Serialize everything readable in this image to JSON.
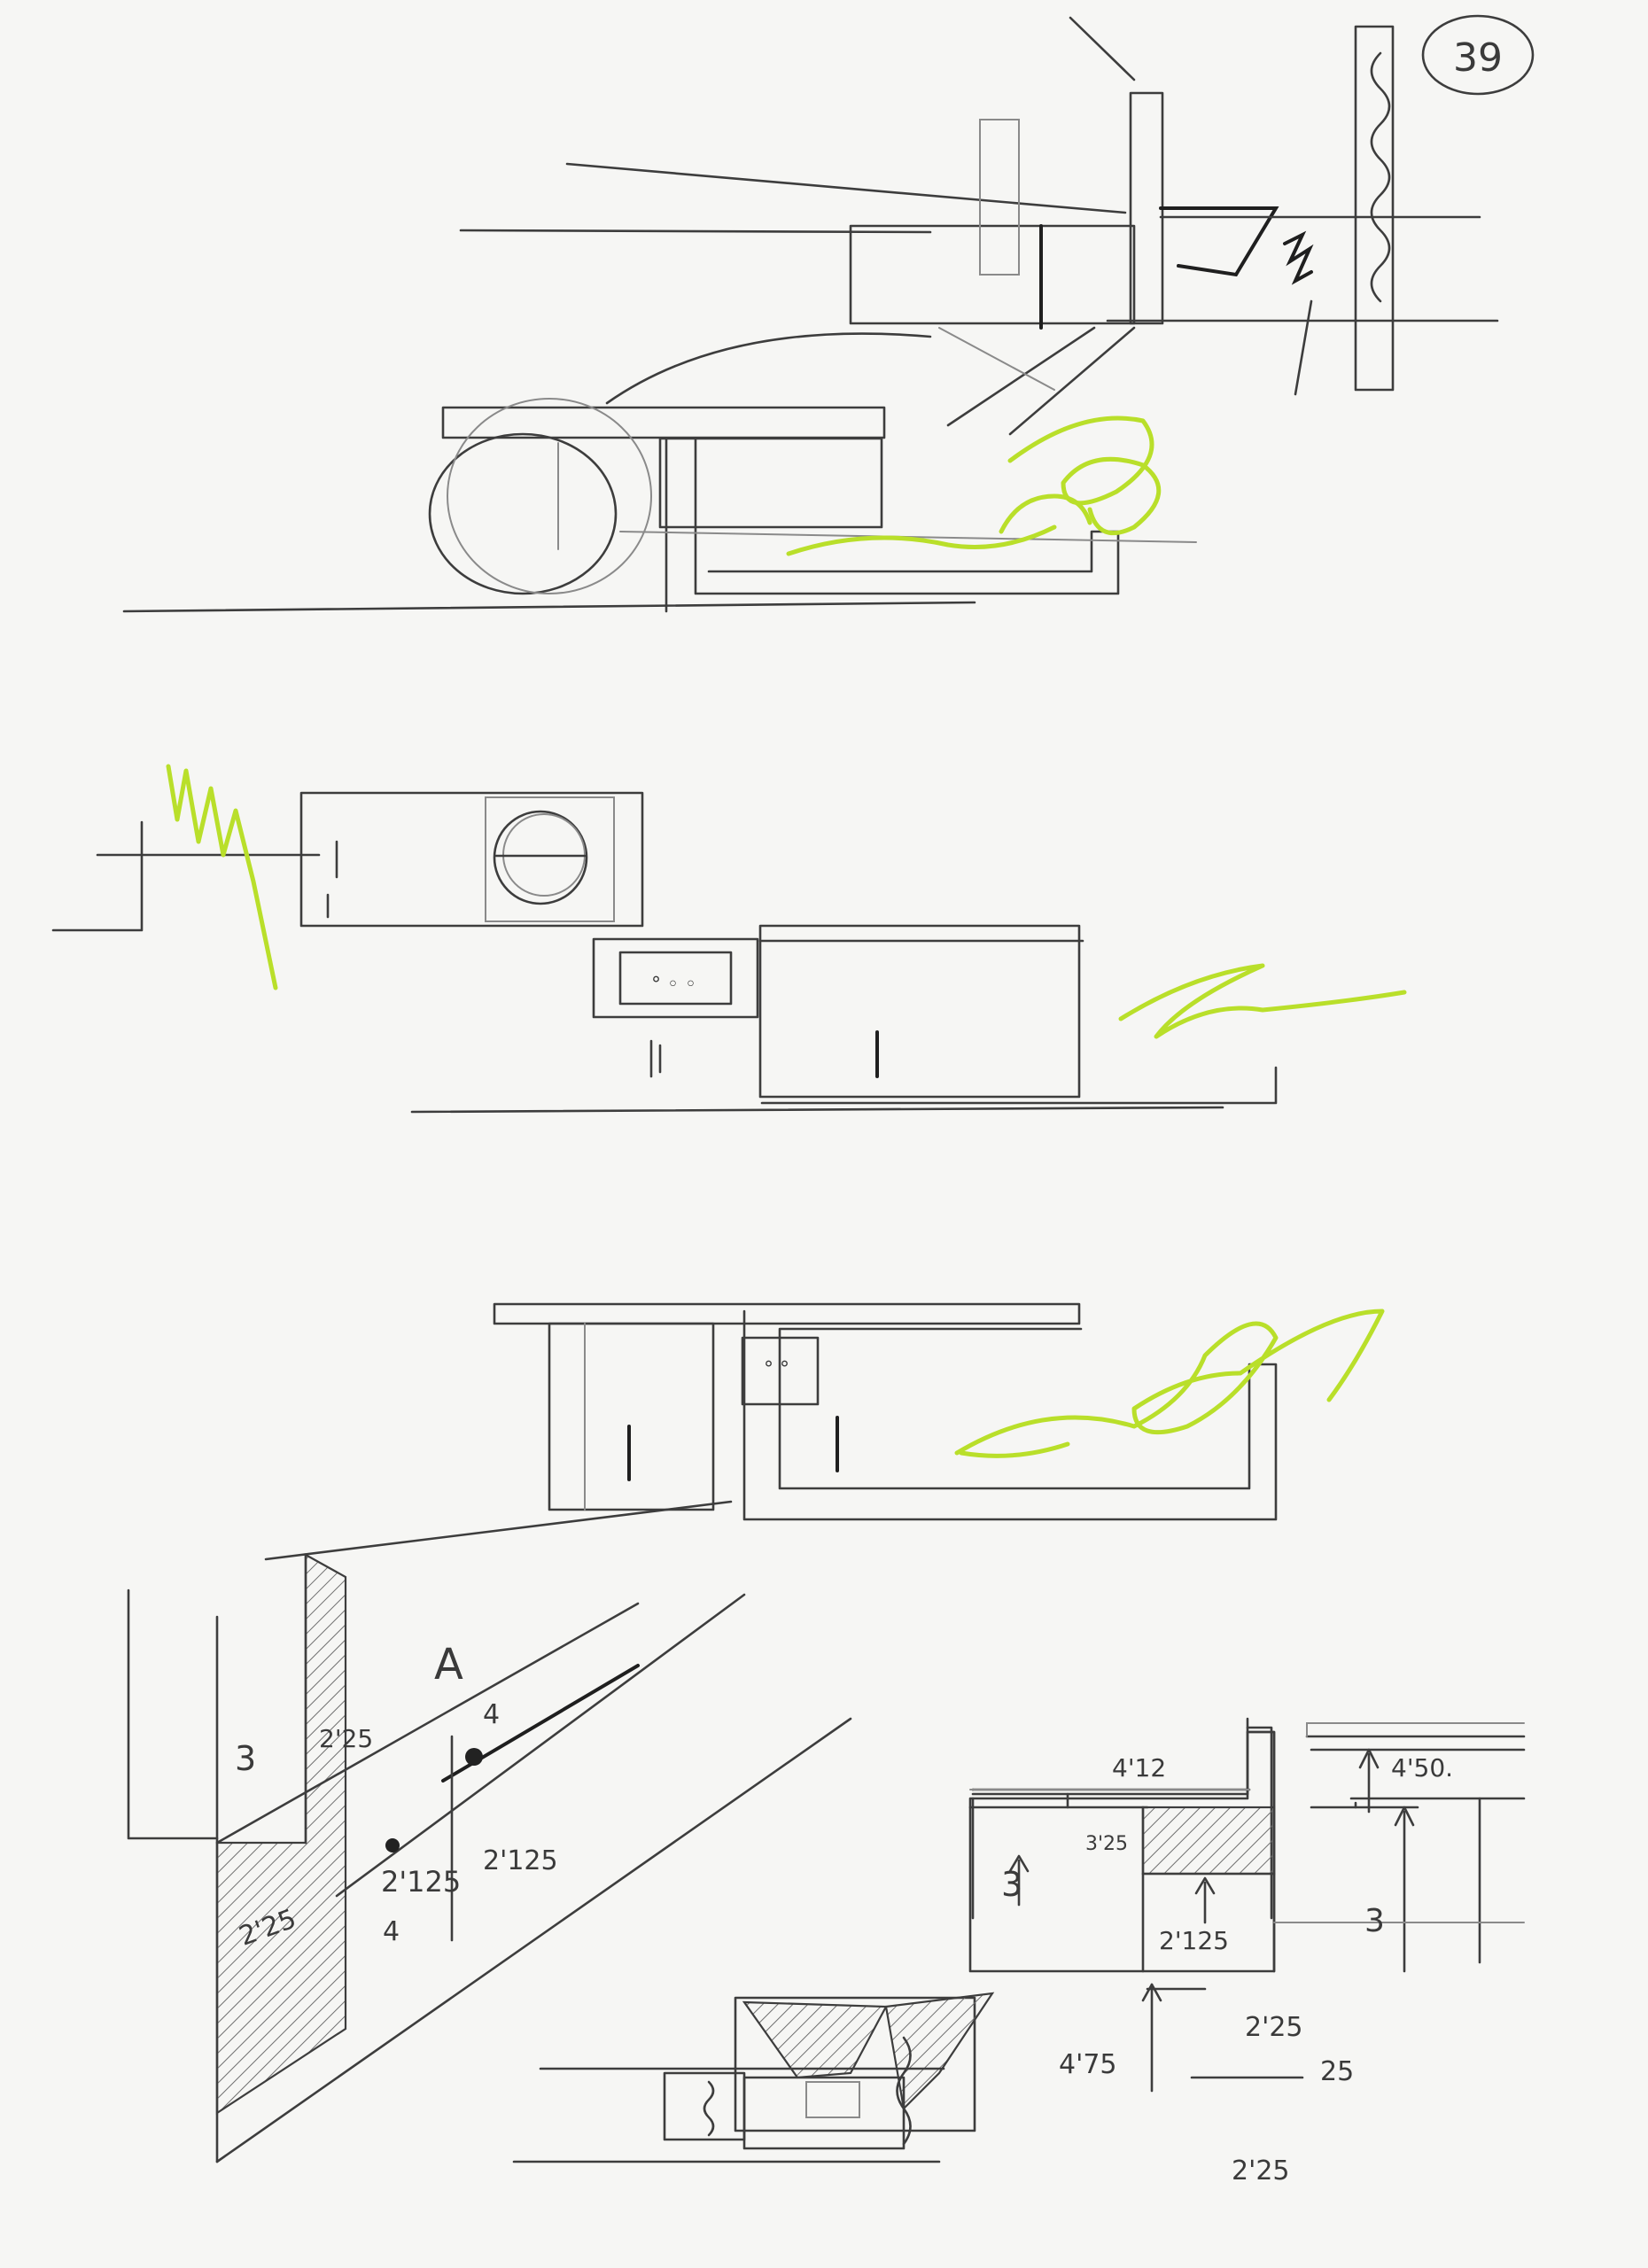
{
  "page": {
    "number": "39",
    "background": "#f6f6f4",
    "pencil_color": "#3d3d3d",
    "highlight_color": "#b9df2a"
  },
  "sketches": [
    {
      "kind": "perspective-section"
    },
    {
      "kind": "section-with-circle-window"
    },
    {
      "kind": "section-with-courtyard"
    },
    {
      "kind": "axonometric-detail"
    }
  ],
  "axonometric": {
    "section_marker": "A",
    "dims": [
      "3",
      "2'25",
      "4",
      "2'125",
      "2'125",
      "4",
      "2'25"
    ]
  },
  "section_detail": {
    "dims": [
      "4'12",
      "3'25",
      "3",
      "2'125",
      "4'50.",
      "3"
    ]
  },
  "base_detail": {
    "dims": [
      "4'75",
      "2'25",
      "25",
      "2'25"
    ]
  }
}
